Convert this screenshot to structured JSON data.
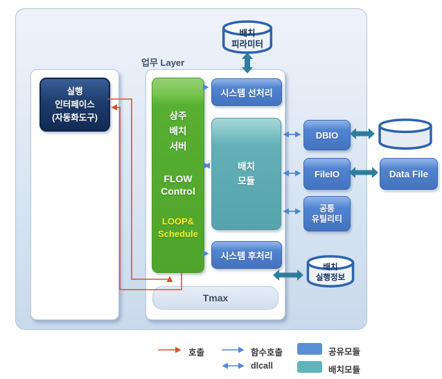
{
  "colors": {
    "call_arrow_red": "#d9512c",
    "function_arrow_blue": "#4f85d8",
    "dlcall_thick_teal": "#2e7d9e",
    "shared_module_blue": "#5b8ed2",
    "batch_module_teal": "#60b4b9",
    "resident_server_green": "#56ae32",
    "exec_interface_navy": "#16305c"
  },
  "exec_interface": {
    "line1": "실행",
    "line2": "인터페이스",
    "line3": "(자동화도구)"
  },
  "work_layer": {
    "label": "업무 Layer",
    "server": {
      "name1": "상주",
      "name2": "배치",
      "name3": "서버",
      "flow1": "FLOW",
      "flow2": "Control",
      "loop1": "LOOP&",
      "loop2": "Schedule"
    },
    "sys_pre": "시스템 선처리",
    "batch_module": {
      "line1": "배치",
      "line2": "모듈"
    },
    "sys_post": "시스템 후처리",
    "tmax": "Tmax"
  },
  "shared_modules": {
    "dbio": "DBIO",
    "fileio": "FileIO",
    "util1": "공통",
    "util2": "유틸리티"
  },
  "storage": {
    "param": {
      "line1": "배치",
      "line2": "피라미터"
    },
    "data_file": "Data File",
    "exec_info": {
      "line1": "배치",
      "line2": "실행정보"
    }
  },
  "legend": {
    "call": "호출",
    "func_call": "함수호출",
    "dlcall": "dlcall",
    "shared_module": "공유모듈",
    "batch_module": "배치모듈"
  }
}
